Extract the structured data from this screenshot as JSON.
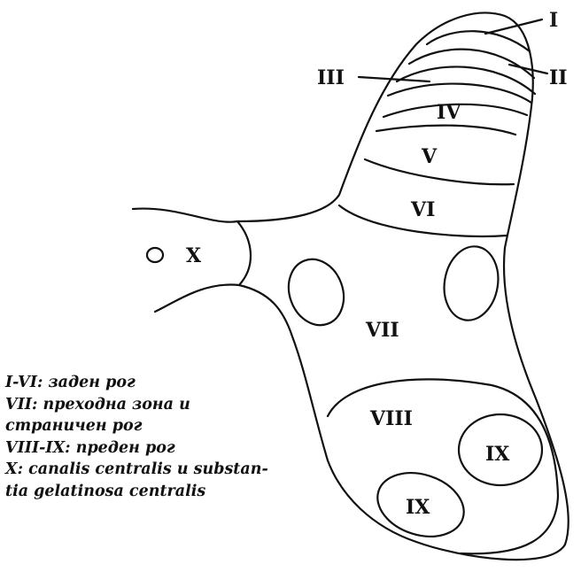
{
  "laminae": {
    "I": "I",
    "II": "II",
    "III": "III",
    "IV": "IV",
    "V": "V",
    "VI": "VI",
    "VII": "VII",
    "VIII": "VIII",
    "IX_right": "IX",
    "IX_left": "IX",
    "X": "X"
  },
  "legend": [
    "I-VI: заден рог",
    "VII: преходна зона и",
    "страничен рог",
    "VIII-IX: преден рог",
    "X: canalis centralis и substan-",
    "tia gelatinosa centralis"
  ]
}
